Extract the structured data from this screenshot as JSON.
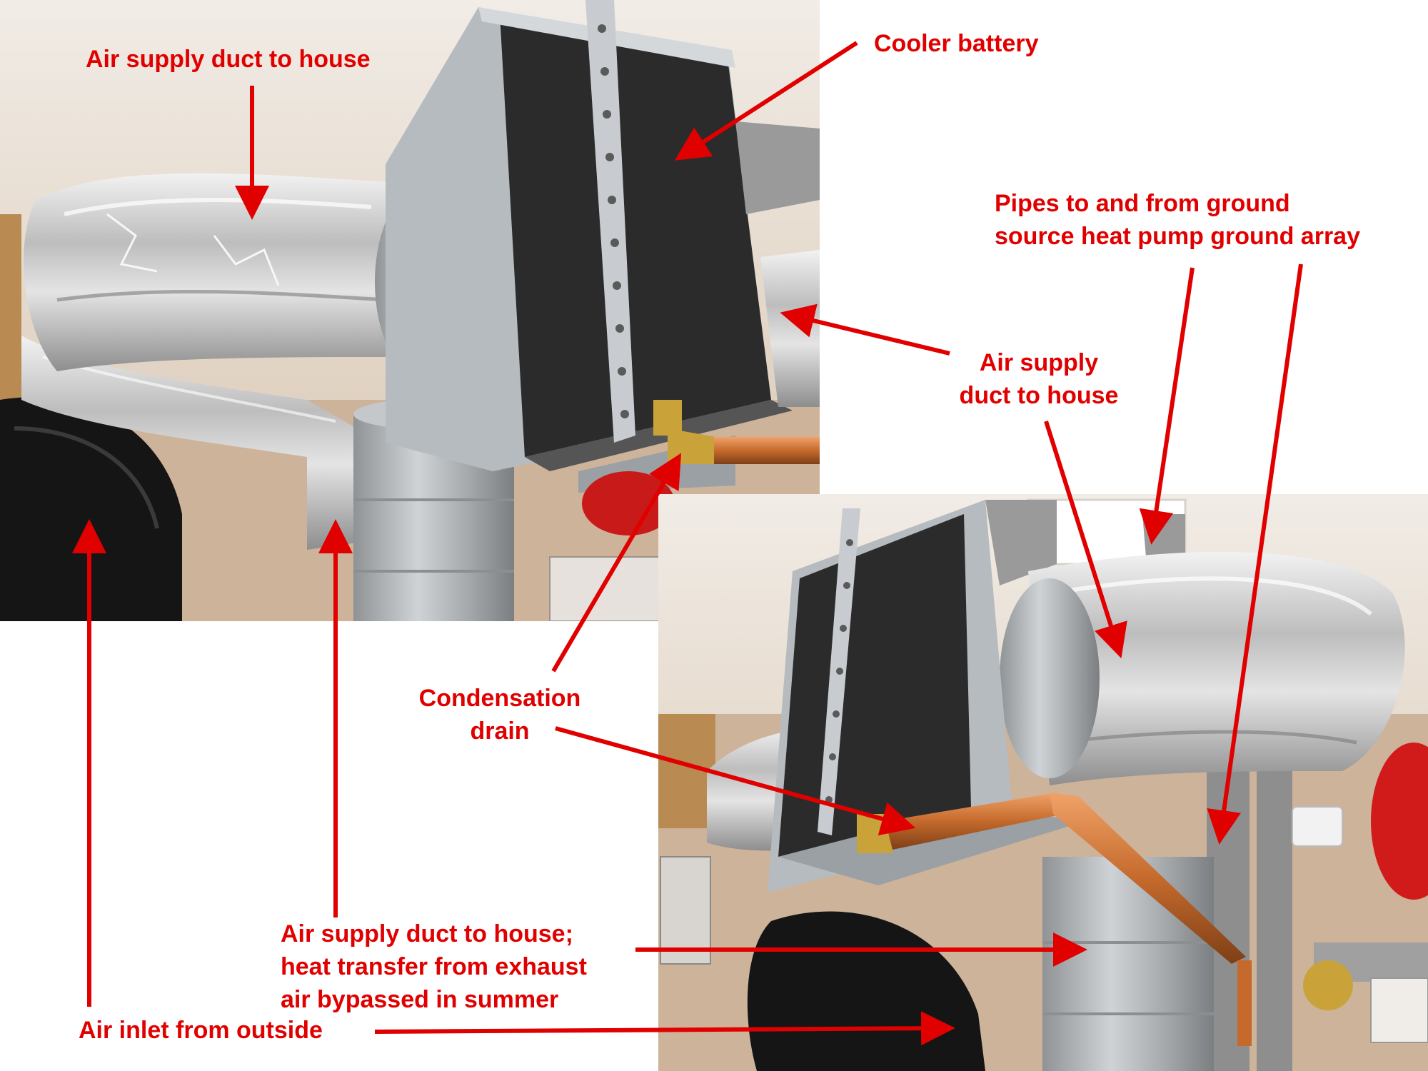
{
  "labels": {
    "supply_top_left": "Air supply duct to house",
    "cooler": "Cooler battery",
    "pipes_line1": "Pipes to and from ground",
    "pipes_line2": "source heat pump ground array",
    "supply_right_line1": "Air supply",
    "supply_right_line2": "duct to house",
    "condensation_line1": "Condensation",
    "condensation_line2": "drain",
    "bypass_line1": "Air supply duct to house;",
    "bypass_line2": "heat transfer from exhaust",
    "bypass_line3": "air bypassed in summer",
    "inlet": "Air inlet from outside"
  },
  "colors": {
    "annotation": "#e10000",
    "ceiling": "#efe9e2",
    "wall": "#d9bfa6",
    "foil": "#c9c9c9",
    "galvanised": "#b4b8bb",
    "coil_face": "#2b2b2b",
    "black_duct": "#151515",
    "copper": "#c56a2c",
    "brass": "#c9a23a",
    "grey_insulation": "#9a9a9a"
  }
}
